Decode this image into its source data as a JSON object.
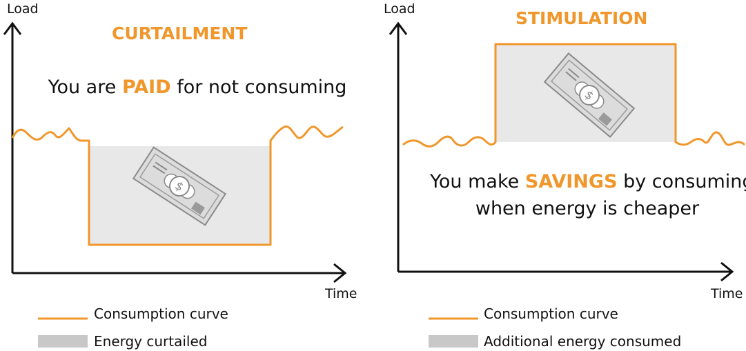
{
  "colors": {
    "accent": "#f0962a",
    "fill": "#e8e8e8",
    "legend_fill": "#c8c8c8",
    "axis": "#111111"
  },
  "panels": [
    {
      "id": "curtailment",
      "y_axis_label": "Load",
      "x_axis_label": "Time",
      "title": "CURTAILMENT",
      "message": {
        "part1": "You are",
        "highlight": "PAID",
        "part2": "for not consuming"
      },
      "legend": [
        {
          "label": "Consumption curve",
          "icon": "orange-line-swatch"
        },
        {
          "label": "Energy curtailed",
          "icon": "gray-fill-swatch"
        }
      ],
      "illustration_icon": "money-banknote-icon"
    },
    {
      "id": "stimulation",
      "y_axis_label": "Load",
      "x_axis_label": "Time",
      "title": "STIMULATION",
      "message": {
        "part1": "You make",
        "highlight": "SAVINGS",
        "part2": "by consuming",
        "line2": "when energy is cheaper"
      },
      "legend": [
        {
          "label": "Consumption curve",
          "icon": "orange-line-swatch"
        },
        {
          "label": "Additional energy consumed",
          "icon": "gray-fill-swatch"
        }
      ],
      "illustration_icon": "money-banknote-icon"
    }
  ]
}
